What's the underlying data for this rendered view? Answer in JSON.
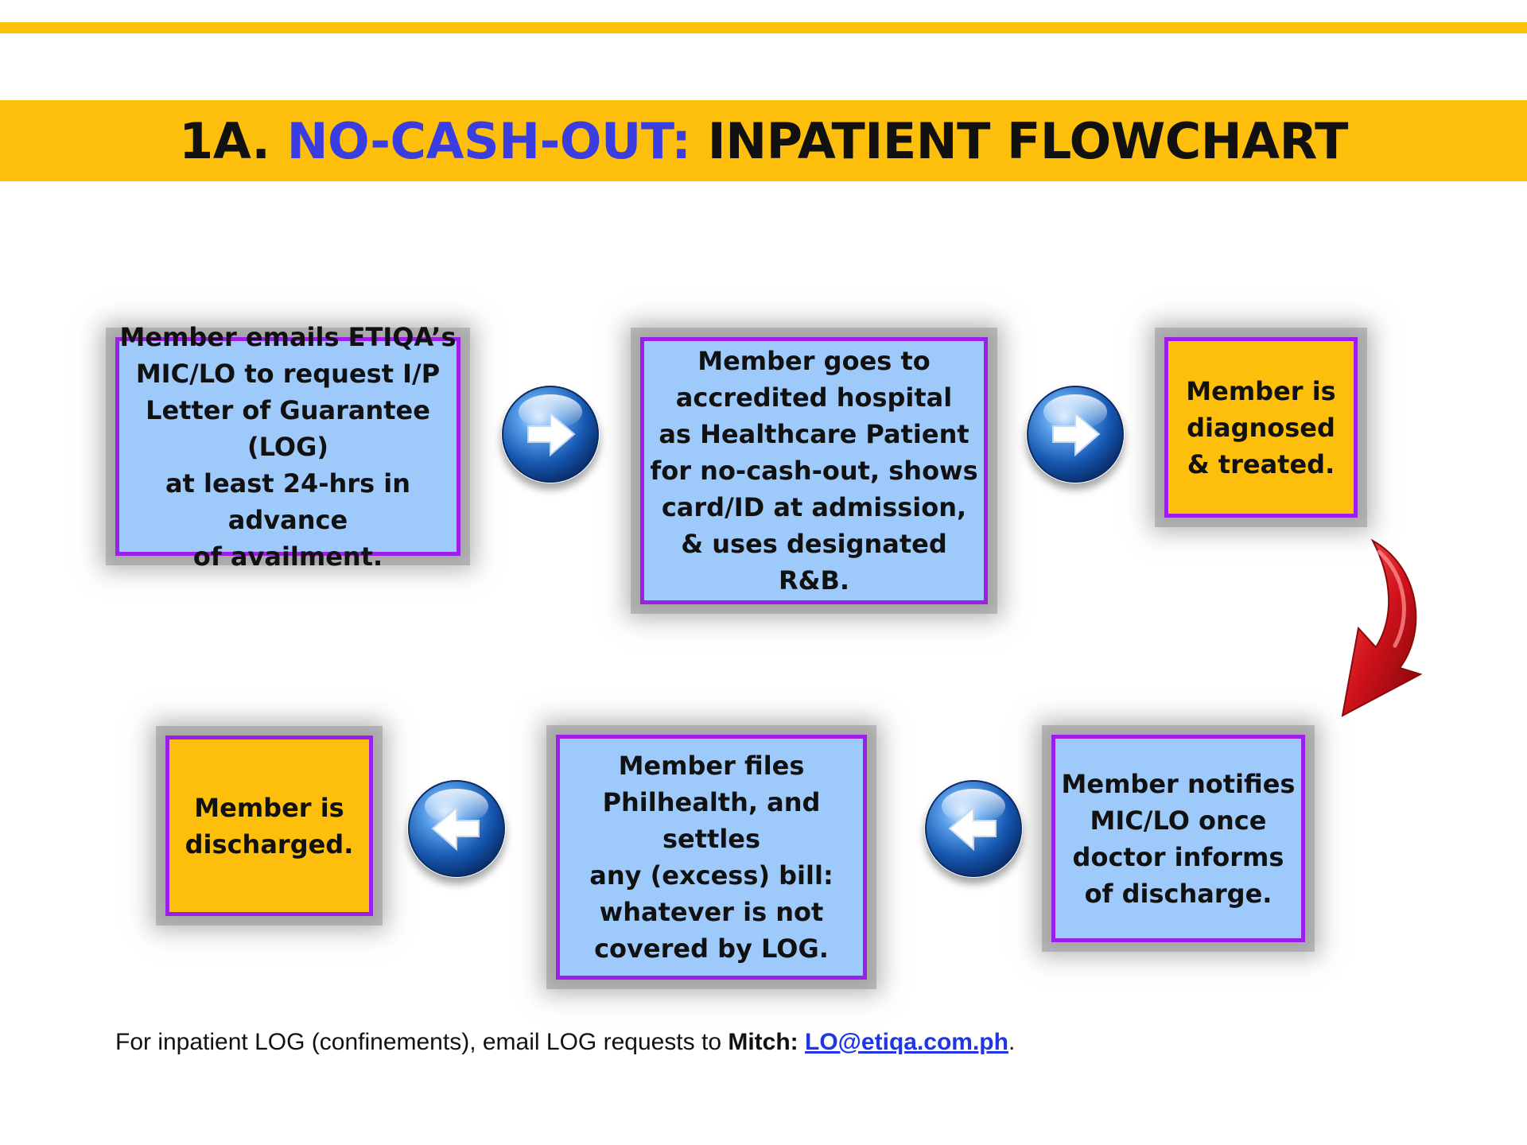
{
  "header": {
    "number": "1A.",
    "highlight": "NO-CASH-OUT:",
    "rest": "INPATIENT FLOWCHART"
  },
  "steps": [
    {
      "text": "Member emails ETIQA’s\nMIC/LO to request I/P\nLetter of Guarantee (LOG)\nat least 24-hrs in advance\nof availment."
    },
    {
      "text": "Member goes to\naccredited hospital\nas Healthcare Patient\nfor no-cash-out, shows\ncard/ID at admission,\n& uses designated R&B."
    },
    {
      "text": "Member is\ndiagnosed\n& treated."
    },
    {
      "text": "Member notifies\nMIC/LO once\ndoctor informs\nof discharge."
    },
    {
      "text": "Member files\nPhilhealth, and settles\nany (excess) bill:\nwhatever is not\ncovered by LOG."
    },
    {
      "text": "Member is\ndischarged."
    }
  ],
  "footer": {
    "prefix": "For inpatient LOG (confinements), email LOG requests to ",
    "contact": "Mitch:",
    "email": "LO@etiqa.com.ph",
    "suffix": "."
  },
  "colors": {
    "gold": "#fdbf0c",
    "blue_box": "#9dcafa",
    "purple_border": "#9b1eea",
    "title_accent": "#3a3ee0",
    "link": "#1f36e6",
    "curve_arrow": "#d0121a"
  },
  "icons": [
    "right-arrow-icon",
    "left-arrow-icon",
    "curved-down-arrow-icon"
  ]
}
